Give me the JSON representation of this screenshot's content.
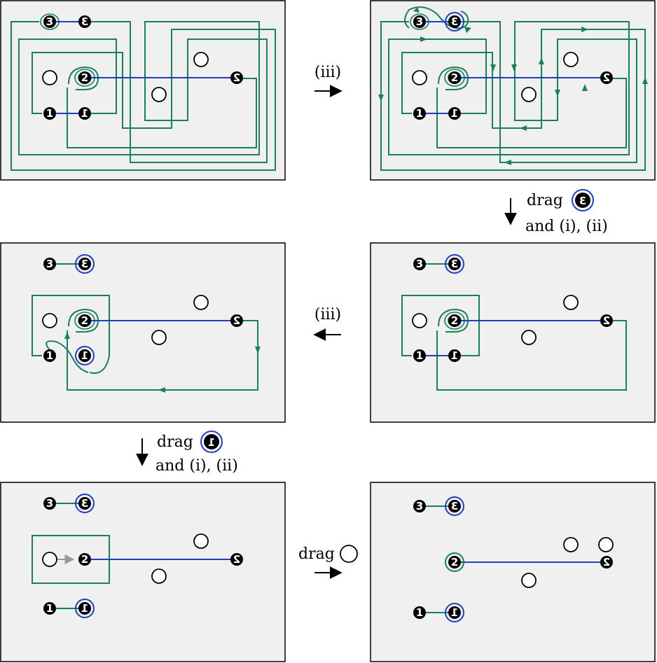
{
  "nodes": {
    "one": "1",
    "two": "2",
    "three": "3"
  },
  "steps": {
    "step_top": "(iii)",
    "step_mid": "(iii)",
    "drag_right": {
      "word": "drag",
      "node": "3",
      "rest": "and (i), (ii)"
    },
    "drag_left": {
      "word": "drag",
      "node": "1",
      "rest": "and (i), (ii)"
    },
    "drag_bottom": {
      "word": "drag"
    }
  },
  "colors": {
    "green": "#1a7f5a",
    "blue": "#1f3fbf",
    "panel": "#f0f0f0",
    "gray": "#999999"
  }
}
